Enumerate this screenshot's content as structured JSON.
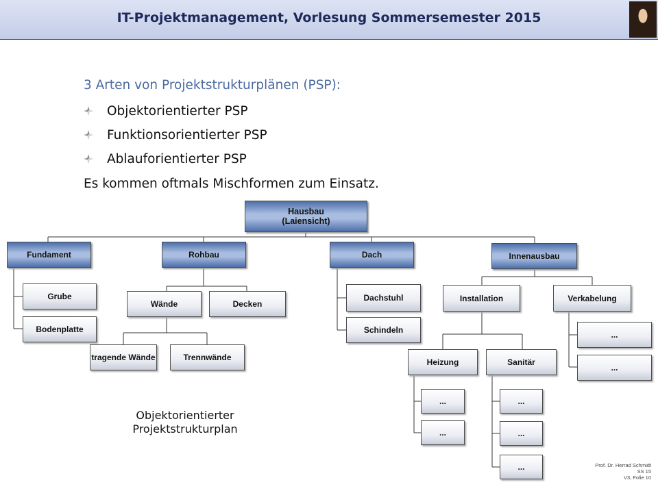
{
  "header": {
    "title": "IT-Projektmanagement, Vorlesung Sommersemester 2015"
  },
  "slide": {
    "title": "3 Arten von Projektstrukturplänen (PSP):",
    "bullets": [
      "Objektorientierter PSP",
      "Funktionsorientierter PSP",
      "Ablauforientierter PSP"
    ],
    "note": "Es kommen oftmals Mischformen zum Einsatz."
  },
  "diagram": {
    "root": {
      "line1": "Hausbau",
      "line2": "(Laiensicht)"
    },
    "level1": [
      "Fundament",
      "Rohbau",
      "Dach",
      "Innenausbau"
    ],
    "fundament": [
      "Grube",
      "Bodenplatte"
    ],
    "rohbau": [
      "Wände",
      "Decken"
    ],
    "waende": [
      "tragende Wände",
      "Trennwände"
    ],
    "dach": [
      "Dachstuhl",
      "Schindeln"
    ],
    "innenausbau": [
      "Installation",
      "Verkabelung"
    ],
    "installation": [
      "Heizung",
      "Sanitär"
    ],
    "ellipsis": "..."
  },
  "caption": {
    "line1": "Objektorientierter",
    "line2": "Projektstrukturplan"
  },
  "footer": {
    "author": "Prof. Dr. Herrad Schmidt",
    "semester": "SS 15",
    "slide": "V3, Folie 10"
  }
}
